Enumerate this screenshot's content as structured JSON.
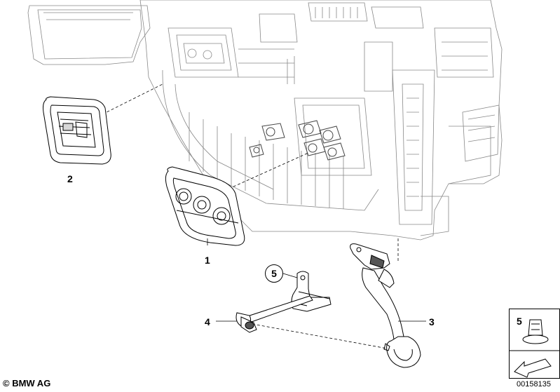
{
  "labels": {
    "part1": "1",
    "part2": "2",
    "part3": "3",
    "part4": "4",
    "part5": "5",
    "thumb5": "5"
  },
  "footer": {
    "copyright": "© BMW AG",
    "doc_number": "00158135"
  },
  "colors": {
    "line": "#000000",
    "fill": "#ffffff",
    "shade": "#d8d8d8",
    "dark": "#555555"
  }
}
